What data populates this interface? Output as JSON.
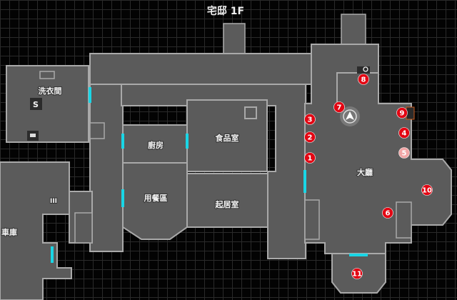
{
  "title": "宅邸 1F",
  "rooms": {
    "laundry": "洗衣間",
    "kitchen": "廚房",
    "pantry": "食品室",
    "dining": "用餐區",
    "living": "起居室",
    "hall": "大廳",
    "garage": "車庫"
  },
  "icons": {
    "save": "S",
    "numeral": "III"
  },
  "markers": [
    {
      "n": "1",
      "state": "active"
    },
    {
      "n": "2",
      "state": "active"
    },
    {
      "n": "3",
      "state": "active"
    },
    {
      "n": "4",
      "state": "active"
    },
    {
      "n": "5",
      "state": "collected"
    },
    {
      "n": "6",
      "state": "active"
    },
    {
      "n": "7",
      "state": "active"
    },
    {
      "n": "8",
      "state": "active"
    },
    {
      "n": "9",
      "state": "active"
    },
    {
      "n": "10",
      "state": "active"
    },
    {
      "n": "11",
      "state": "active"
    }
  ],
  "colors": {
    "room": "#5b5b5b",
    "wall": "#a9a9a9",
    "door": "#19d6e6",
    "marker": "#e30613",
    "marker_collected": "#f2a7a7"
  }
}
